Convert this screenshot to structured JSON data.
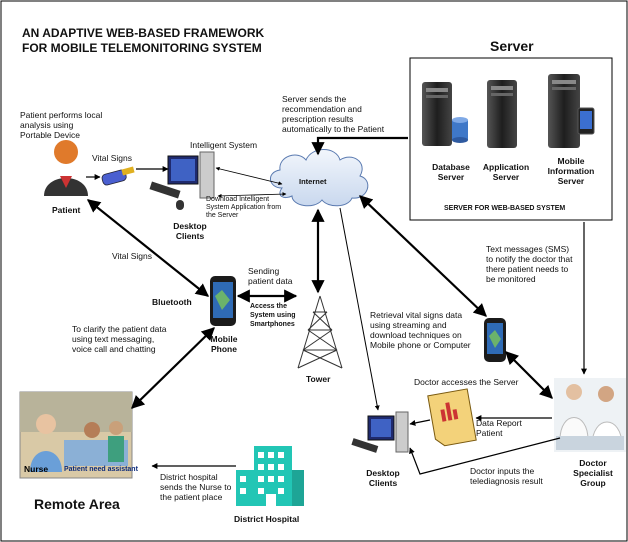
{
  "title": {
    "line1": "AN ADAPTIVE WEB-BASED FRAMEWORK",
    "line2": "FOR MOBILE TELEMONITORING SYSTEM"
  },
  "server": {
    "heading": "Server",
    "database": "Database\nServer",
    "application": "Application\nServer",
    "mobile_info": "Mobile\nInformation\nServer",
    "caption": "SERVER FOR WEB-BASED SYSTEM"
  },
  "nodes": {
    "patient": "Patient",
    "desktop_clients_top": "Desktop\nClients",
    "internet": "Internet",
    "bluetooth": "Bluetooth",
    "mobile_phone": "Mobile\nPhone",
    "tower": "Tower",
    "nurse": "Nurse",
    "patient_need_assistant": "Patient need assistant",
    "remote_area": "Remote Area",
    "district_hospital": "District Hospital",
    "desktop_clients_bottom": "Desktop\nClients",
    "doctor_group": "Doctor\nSpecialist\nGroup",
    "data_report": "Data Report\nPatient"
  },
  "annotations": {
    "patient_local": "Patient performs local\nanalysis using\nPortable Device",
    "vital_signs_1": "Vital Signs",
    "intelligent_system": "Intelligent System",
    "download_app": "Download Intelligent\nSystem Application from\nthe Server",
    "server_sends": "Server sends the\nrecommendation and\nprescription results\nautomatically to the Patient",
    "vital_signs_2": "Vital Signs",
    "sending_patient": "Sending\npatient data",
    "access_system": "Access the\nSystem using\nSmartphones",
    "clarify": "To clarify the patient data\nusing text messaging,\nvoice call and chatting",
    "sms": "Text messages (SMS)\nto notify the doctor that\nthere patient needs to\nbe monitored",
    "retrieval": "Retrieval vital signs data\nusing streaming and\ndownload techniques on\nMobile phone or Computer",
    "doctor_access": "Doctor accesses the Server",
    "doctor_inputs": "Doctor inputs the\ntelediagnosis result",
    "district_sends": "District hospital\nsends the Nurse to\nthe patient place"
  },
  "colors": {
    "arrow": "#000000",
    "server_black": "#2b2b2b",
    "database_blue": "#3f78c8",
    "hospital_teal": "#22c6b5",
    "report_yellow": "#f3d27a",
    "cloud": "#dfe9f6"
  },
  "icons": [
    "patient-avatar-icon",
    "portable-device-icon",
    "desktop-computer-icon",
    "internet-cloud-icon",
    "server-tower-icon",
    "database-cylinder-icon",
    "smartphone-icon",
    "cell-tower-icon",
    "nurse-photo-icon",
    "hospital-building-icon",
    "data-report-icon",
    "doctor-group-photo-icon"
  ]
}
